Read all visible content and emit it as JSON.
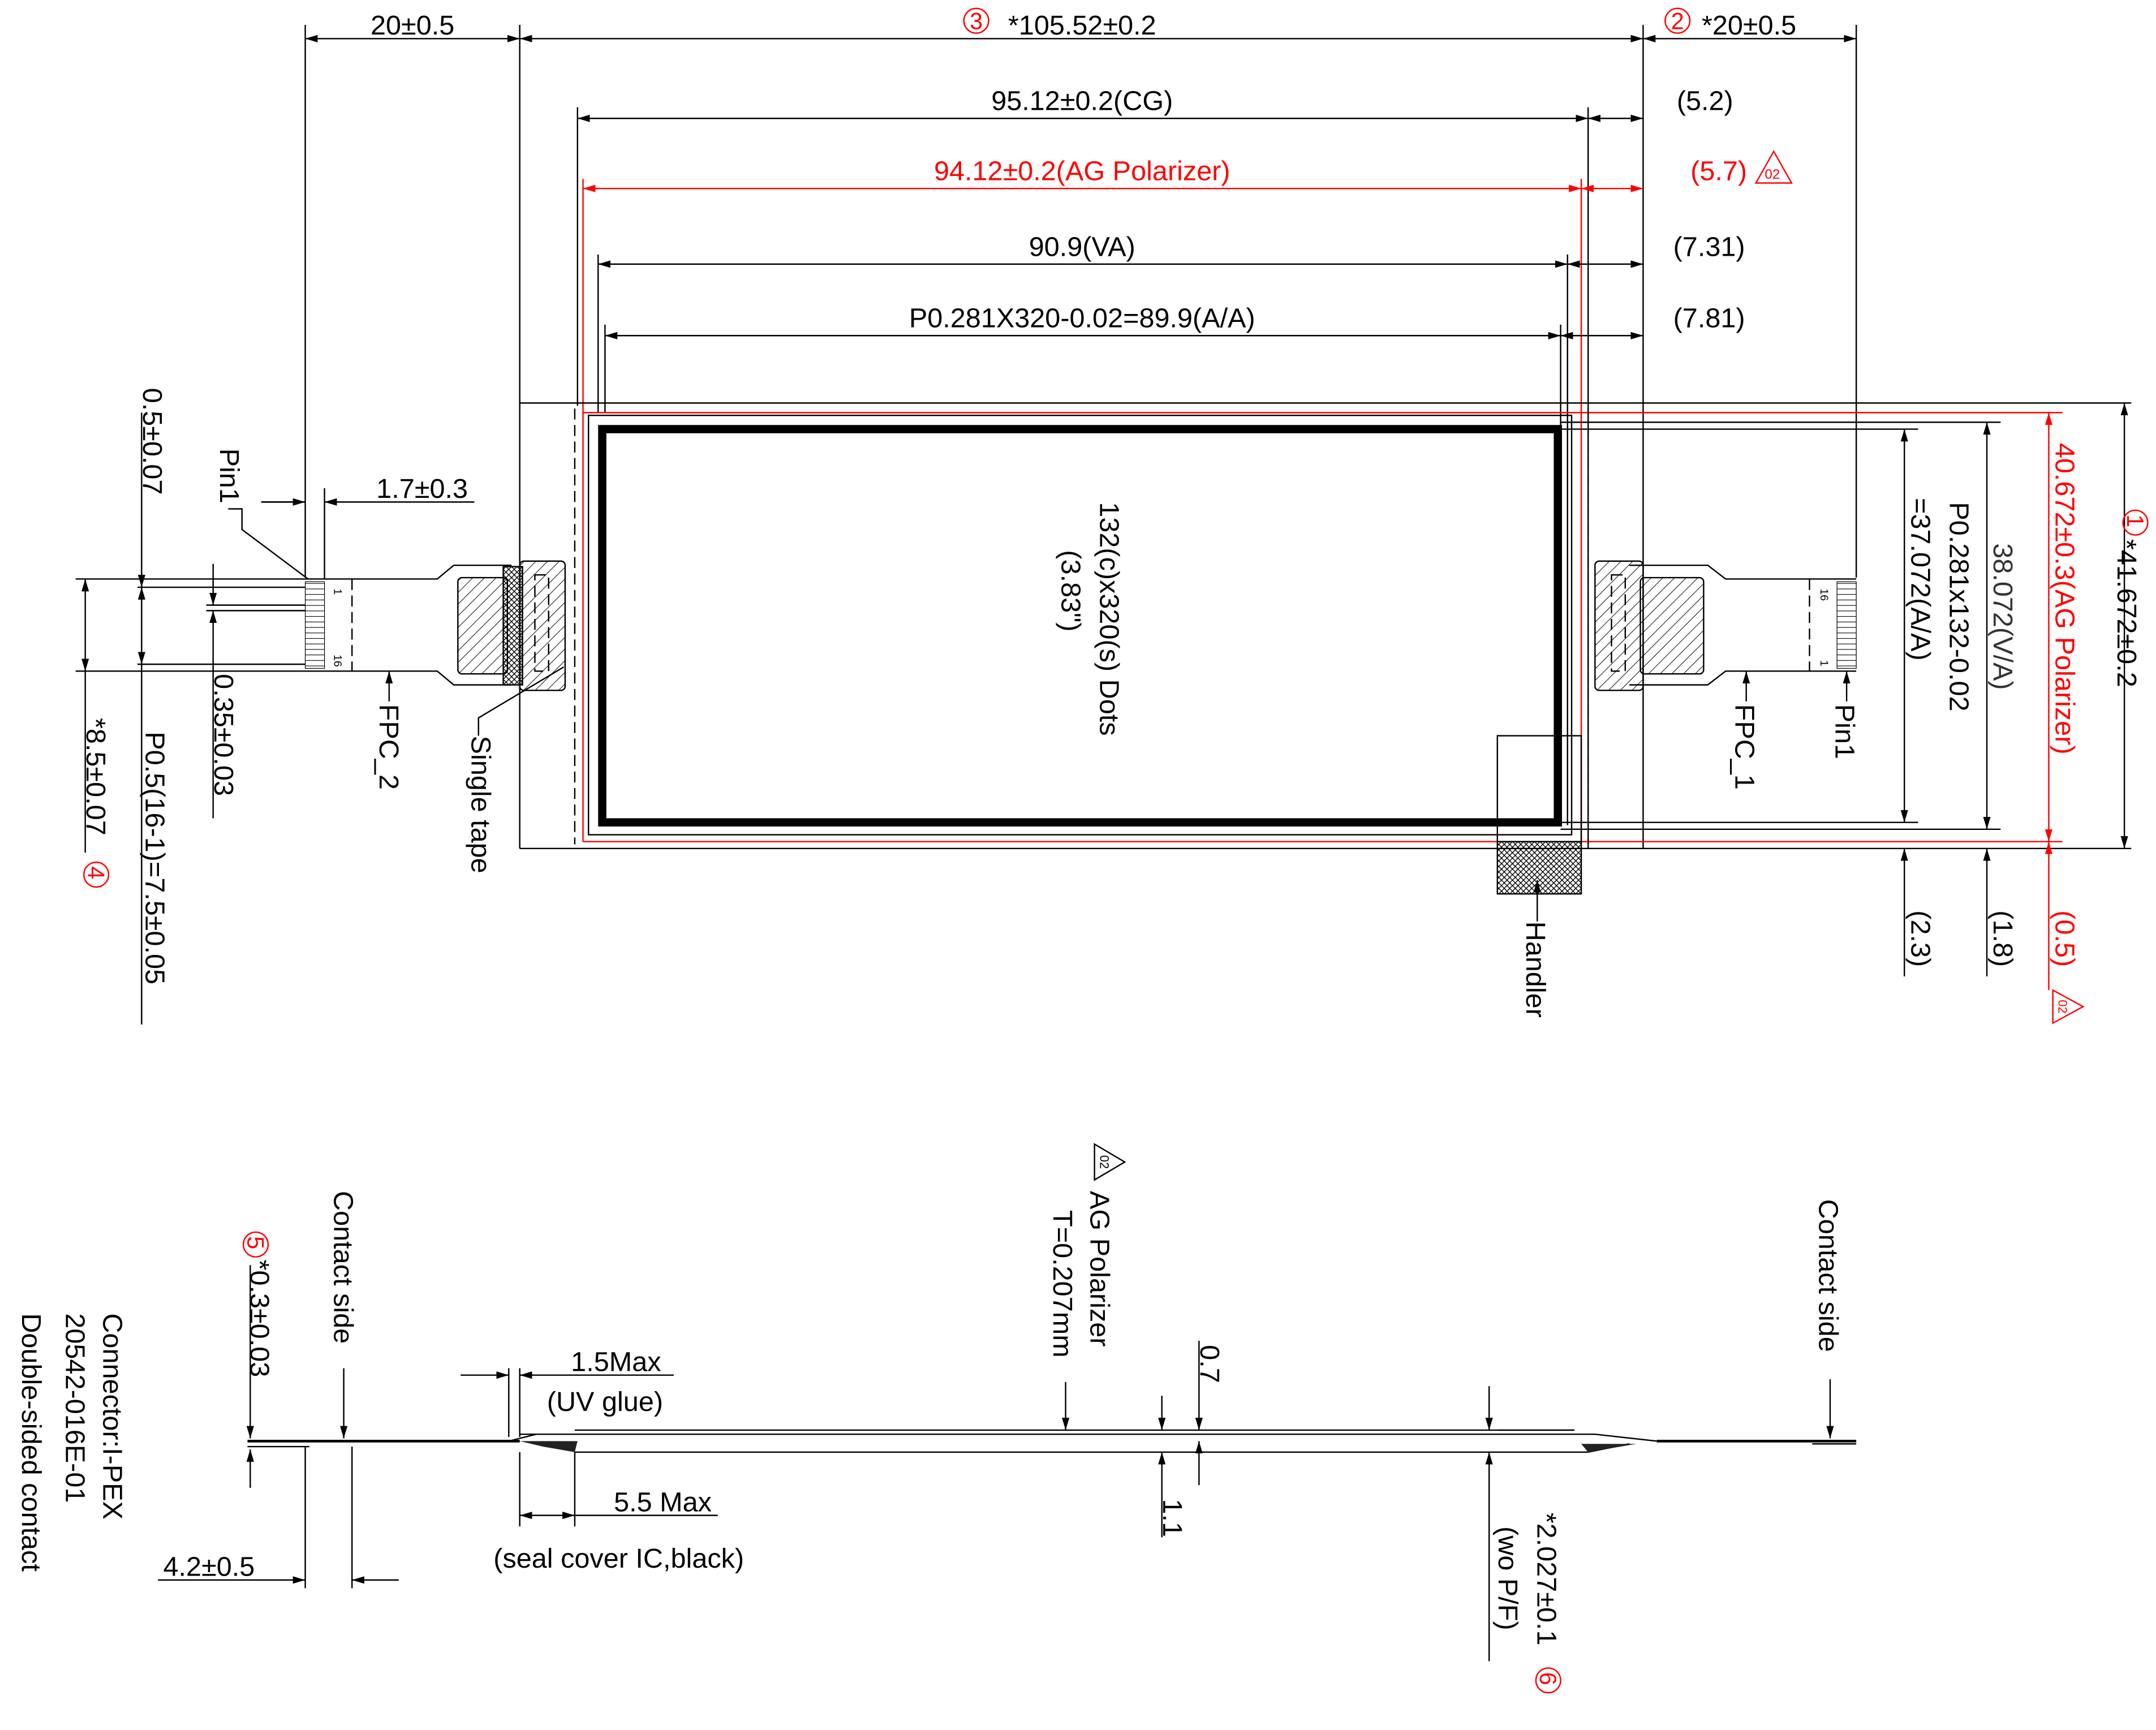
{
  "top_view": {
    "dim_left_fpc": "20±0.5",
    "dim_total": "*105.52±0.2",
    "dim_total_marker": "3",
    "dim_right_fpc": "*20±0.5",
    "dim_right_fpc_marker": "2",
    "dim_cg": "95.12±0.2(CG)",
    "dim_cg_offset": "(5.2)",
    "dim_ag": "94.12±0.2(AG Polarizer)",
    "dim_ag_offset": "(5.7)",
    "revision_mark": "02",
    "dim_va": "90.9(VA)",
    "dim_va_offset": "(7.31)",
    "dim_aa": "P0.281X320-0.02=89.9(A/A)",
    "dim_aa_offset": "(7.81)",
    "resolution": "132(c)x320(s) Dots",
    "diagonal": "(3.83\")",
    "handler": "Handler",
    "left": {
      "pin_offset": "0.5±0.07",
      "pin1": "Pin1",
      "pin_length": "1.7±0.3",
      "pin_width": "0.35±0.03",
      "fpc_width": "*8.5±0.07",
      "fpc_width_marker": "4",
      "pitch": "P0.5(16-1)=7.5±0.05",
      "fpc_label": "FPC_2",
      "tape": "Single tape",
      "pin_first": "1",
      "pin_last": "16"
    },
    "right": {
      "fpc_label": "FPC_1",
      "pin1": "Pin1",
      "pin_first": "1",
      "pin_last": "16"
    },
    "dim_aa_height_1": "P0.281x132-0.02",
    "dim_aa_height_2": "=37.072(A/A)",
    "dim_va_height": "38.072(V/A)",
    "dim_ag_height": "40.672±0.3(AG Polarizer)",
    "dim_total_height": "*41.672±0.2",
    "dim_total_height_marker": "1",
    "dim_bottom_aa": "(2.3)",
    "dim_bottom_va": "(1.8)",
    "dim_bottom_ag": "(0.5)"
  },
  "side_view": {
    "connector_1": "Connector:I-PEX",
    "connector_2": "20542-016E-01",
    "connector_3": "Double-sided contact",
    "fpc_thickness": "*0.3±0.03",
    "fpc_thickness_marker": "5",
    "contact_side_left": "Contact side",
    "contact_side_right": "Contact side",
    "uv_glue_dim": "1.5Max",
    "uv_glue": "(UV glue)",
    "seal_dim": "5.5 Max",
    "seal": "(seal cover IC,black)",
    "contact_len": "4.2±0.5",
    "ag_polarizer": "AG Polarizer",
    "ag_thickness": "T=0.207mm",
    "revision_mark": "02",
    "glass_top": "0.7",
    "glass_total": "1.1",
    "total_thickness": "*2.027±0.1",
    "total_thickness_marker": "6",
    "total_thickness_note": "(wo P/F)"
  },
  "colors": {
    "line": "#000000",
    "revision": "#ff0000"
  }
}
